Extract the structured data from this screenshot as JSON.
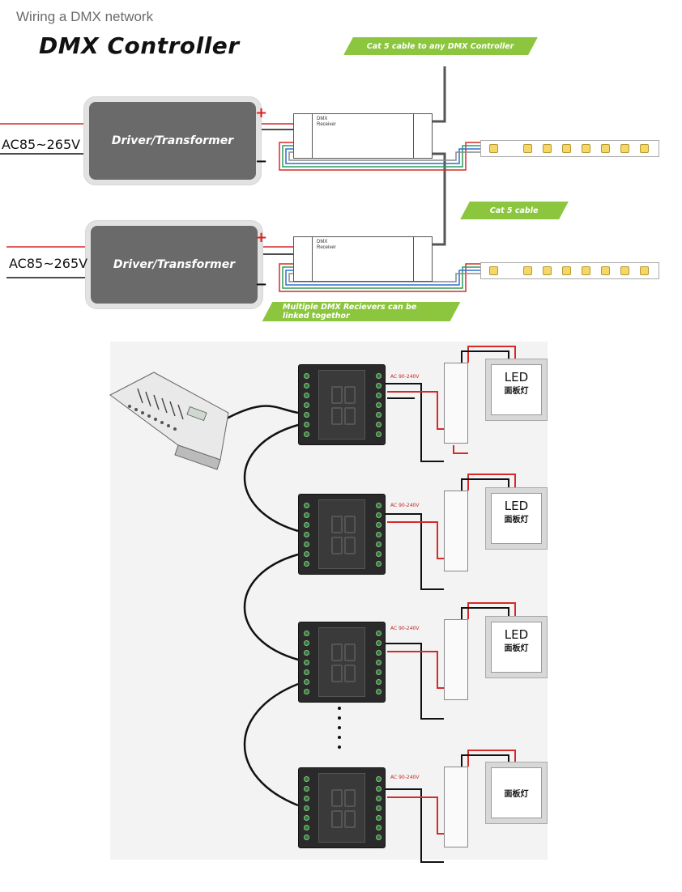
{
  "page_title": "Wiring a DMX network",
  "controller_title": "DMX Controller",
  "upper": {
    "drivers": [
      {
        "label": "Driver/Transformer",
        "ac": "AC85~265V"
      },
      {
        "label": "Driver/Transformer",
        "ac": "AC85~265V"
      }
    ],
    "plus": "+",
    "minus": "−",
    "receiver_text": [
      "DMX",
      "Receiver"
    ],
    "banners": {
      "cat5_controller": "Cat 5 cable to any DMX Controller",
      "cat5": "Cat 5 cable",
      "multiple": "Multiple DMX Recievers can be linked togethor"
    },
    "colors": {
      "banner": "#8cc63f",
      "driver": "#6a6a6a",
      "wire_red": "#d62a2a",
      "wire_green": "#2f9c5a",
      "wire_blue": "#2f6fd1"
    }
  },
  "lower": {
    "ac_label": "AC 90-240V",
    "panels": [
      {
        "led": "LED",
        "cn": "面板灯"
      },
      {
        "led": "LED",
        "cn": "面板灯"
      },
      {
        "led": "LED",
        "cn": "面板灯"
      },
      {
        "led": "",
        "cn": "面板灯"
      }
    ]
  }
}
